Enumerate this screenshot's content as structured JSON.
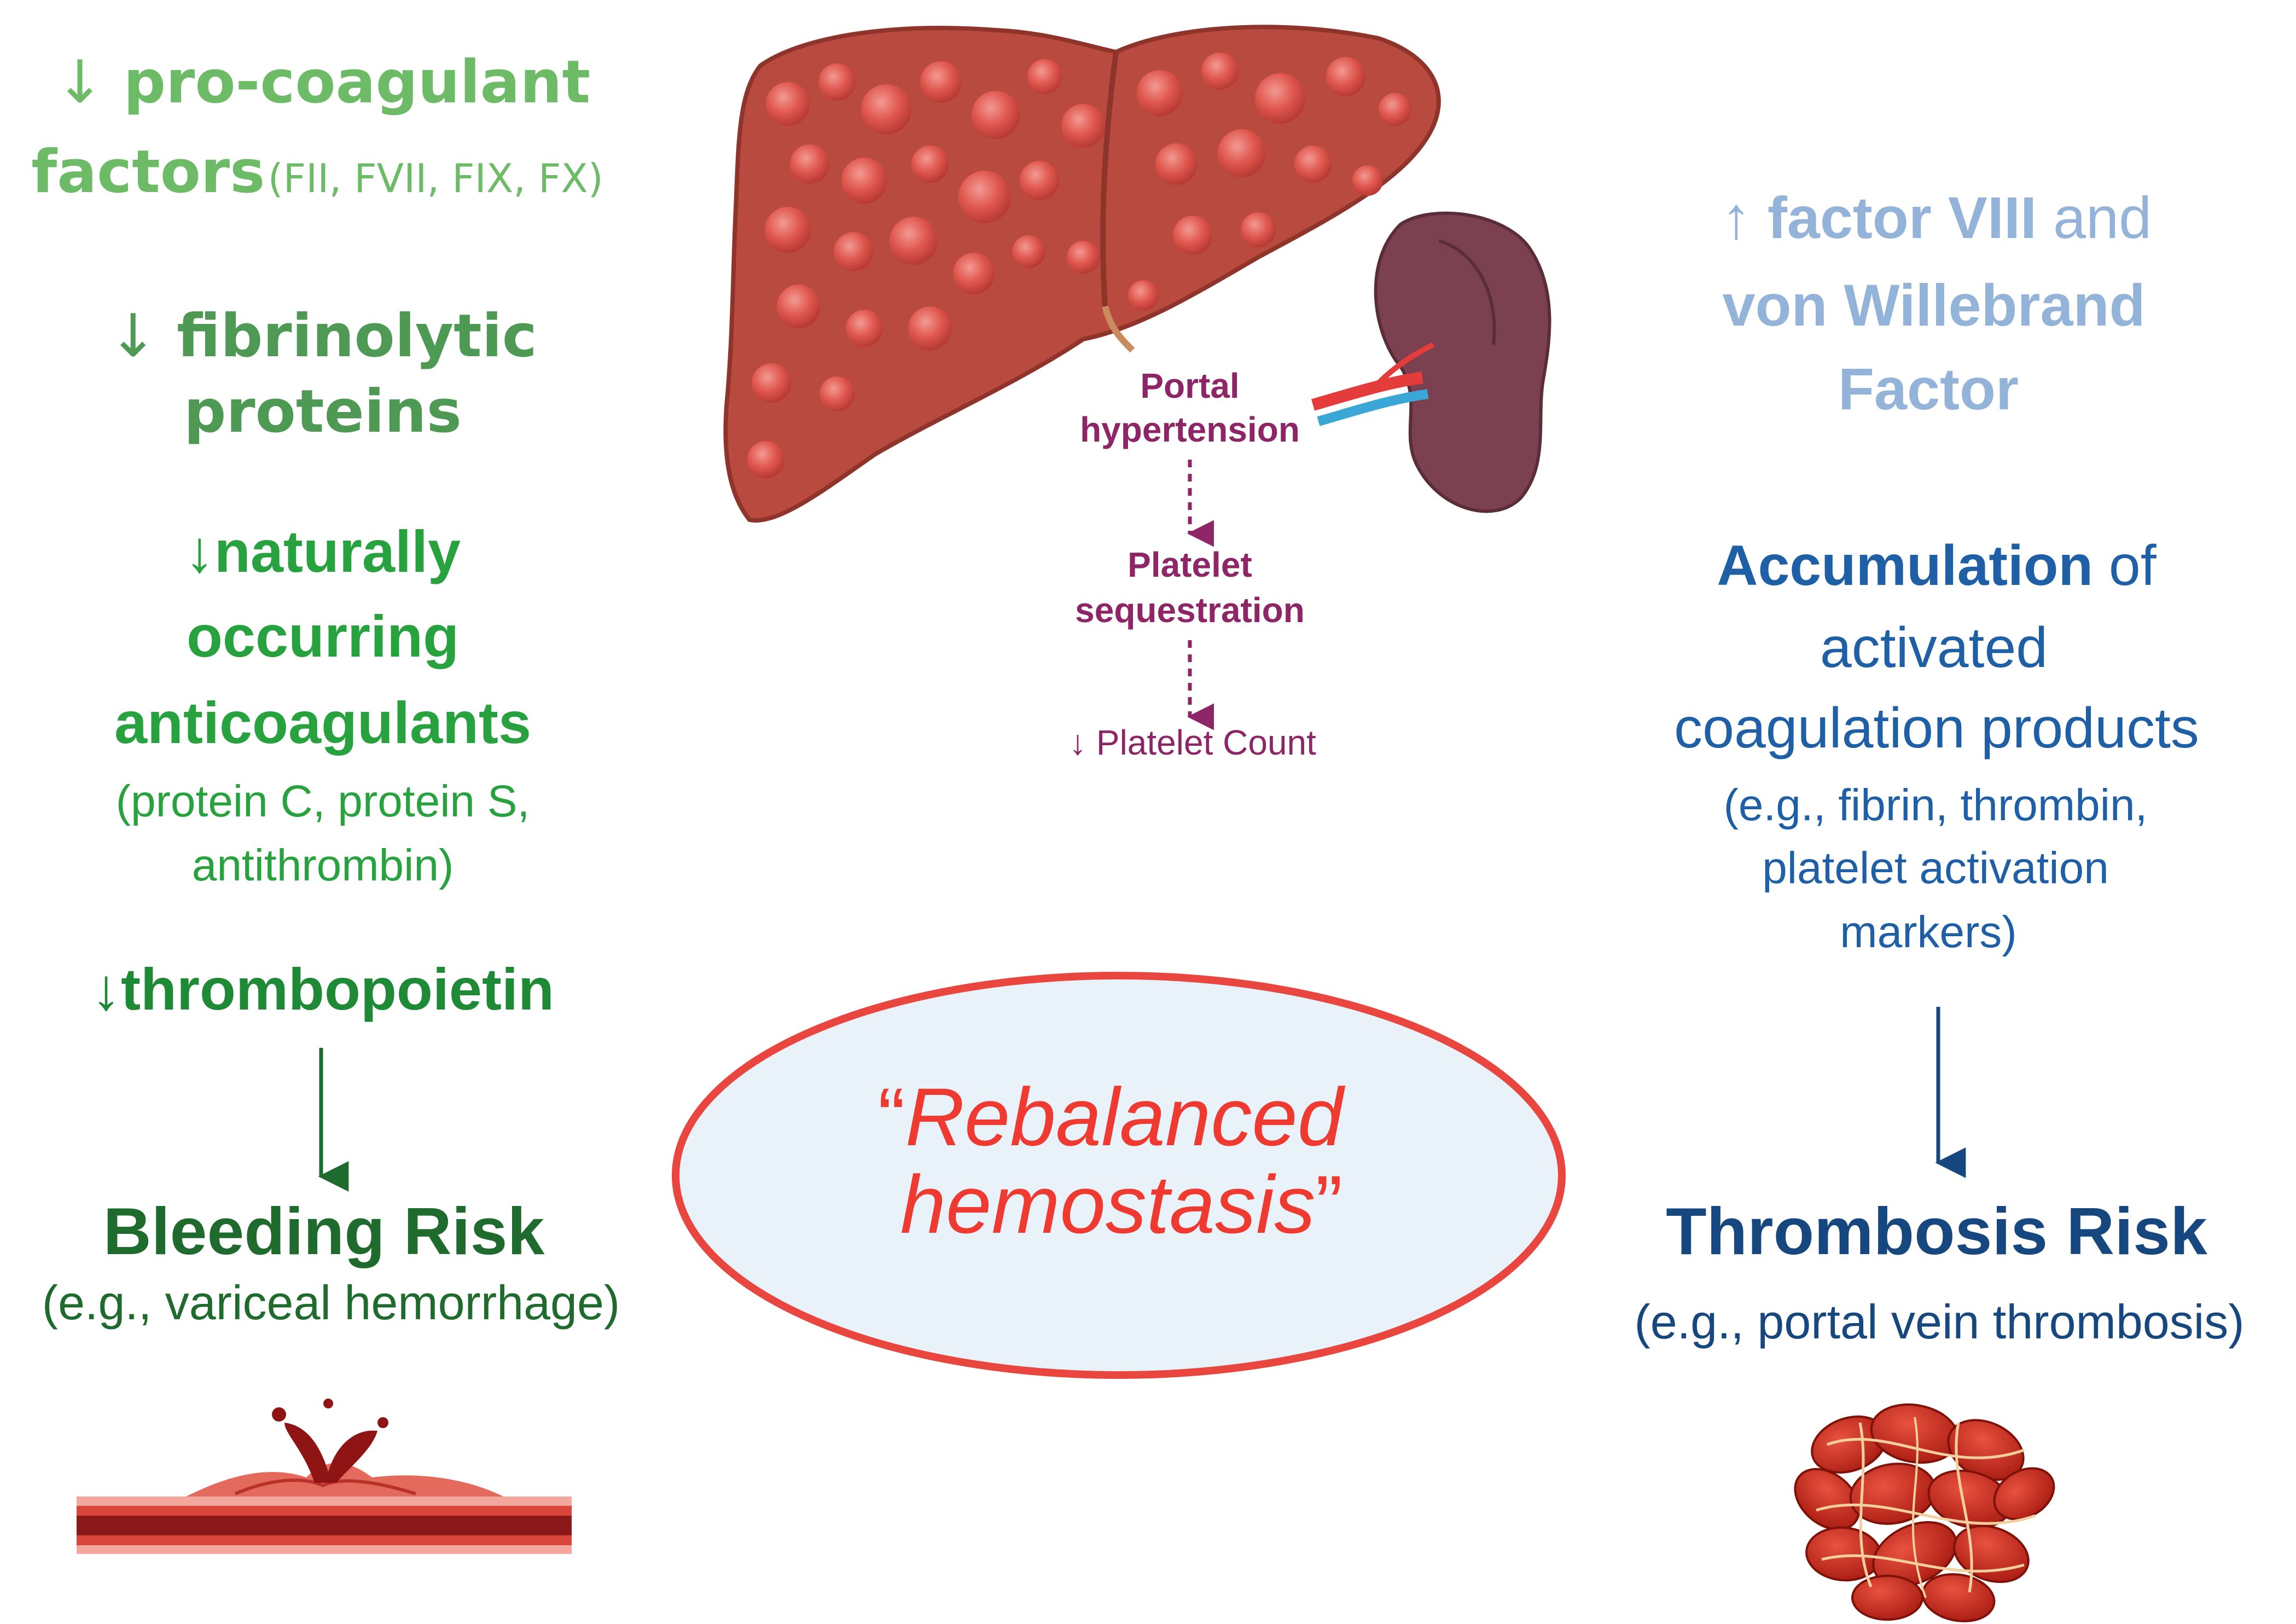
{
  "left": {
    "procoag": {
      "arrow": "↓",
      "line1": "pro-coagulant",
      "line2": "factors",
      "detail": "(FII, FVII, FIX, FX)",
      "color": "#6dbb66"
    },
    "fibrino": {
      "arrow": "↓",
      "line1": "fibrinolytic",
      "line2": "proteins",
      "color": "#4e9a55"
    },
    "anticoag": {
      "arrow": "↓",
      "line1": "naturally",
      "line2": "occurring",
      "line3": "anticoagulants",
      "detail1": "(protein C, protein S,",
      "detail2": "antithrombin)",
      "color": "#27a23e"
    },
    "tpo": {
      "arrow": "↓",
      "label": "thrombopoietin",
      "color": "#1f8a36"
    },
    "outcome": {
      "title": "Bleeding Risk",
      "example": "(e.g., variceal hemorrhage)",
      "color": "#1f6b2e"
    }
  },
  "center": {
    "portal": {
      "line1": "Portal",
      "line2": "hypertension"
    },
    "sequestration": {
      "line1": "Platelet",
      "line2": "sequestration"
    },
    "count": "↓ Platelet Count",
    "annotation_color": "#8e2566",
    "oval": {
      "open_quote": "“",
      "line1": "Rebalanced",
      "line2": "hemostasis",
      "close_quote": "”",
      "text_color": "#ee3a30",
      "border_color": "#e8463e",
      "fill": "#eaf2f9"
    }
  },
  "right": {
    "factor8": {
      "arrow": "↑",
      "bold1": "factor VIII",
      "and": "and",
      "line2": "von Willebrand",
      "line3": "Factor",
      "color": "#94b3d8"
    },
    "accum": {
      "bold": "Accumulation",
      "of": "of",
      "line2": "activated",
      "line3": "coagulation products",
      "detail1": "(e.g., fibrin, thrombin,",
      "detail2": "platelet activation",
      "detail3": "markers)",
      "color": "#1f5fa6"
    },
    "outcome": {
      "title": "Thrombosis Risk",
      "example": "(e.g., portal vein thrombosis)",
      "color": "#16477f"
    }
  },
  "icons": [
    "liver-illustration-icon",
    "spleen-illustration-icon",
    "bleeding-vessel-icon",
    "blood-clot-icon"
  ]
}
